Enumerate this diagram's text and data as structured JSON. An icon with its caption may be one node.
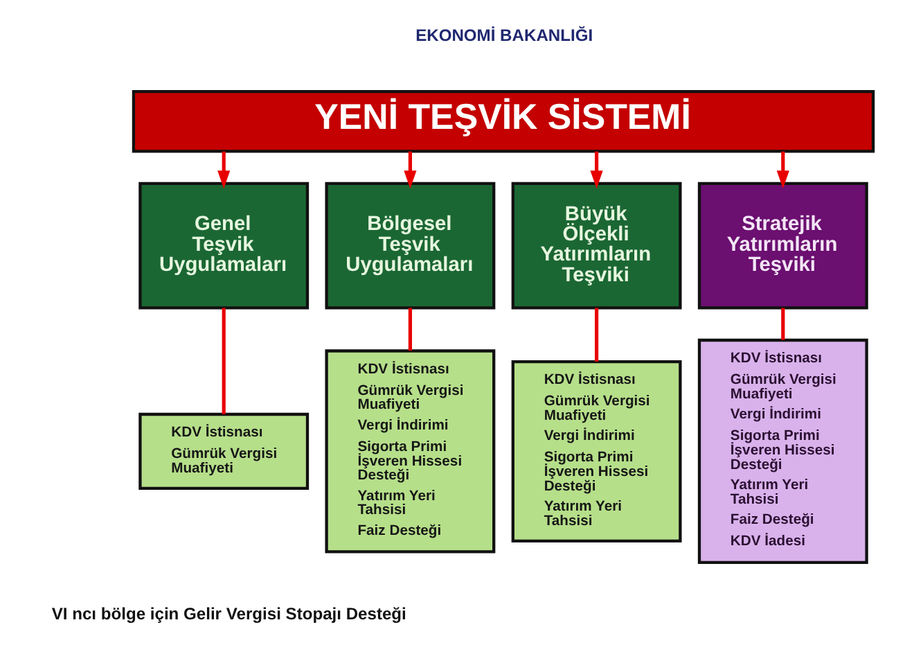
{
  "diagram": {
    "nodes": [
      {
        "text": [
          "YENİ TEŞVİK SİSTEMİ"
        ]
      },
      {
        "text": [
          "Genel Teşvik Uygulamaları"
        ]
      },
      {
        "text": [
          "Bölgesel Teşvik Uygulamaları"
        ]
      },
      {
        "text": [
          "Büyük Ölçekli Yatırımların Teşviki"
        ]
      },
      {
        "text": [
          "Stratejik Yatırımların Teşviki"
        ]
      },
      {
        "text": [
          "KDV İstisnası",
          "Gümrük Vergisi Muafiyeti"
        ]
      },
      {
        "text": [
          "KDV İstisnası",
          "Gümrük Vergisi Muafiyeti",
          "Vergi İndirimi",
          "Sigorta Primi İşveren Hissesi Desteği",
          "Yatırım Yeri Tahsisi",
          "Faiz Desteği"
        ]
      },
      {
        "text": [
          "KDV İstisnası",
          "Gümrük Vergisi Muafiyeti",
          "Vergi İndirimi",
          "Sigorta Primi İşveren Hissesi Desteği",
          "Yatırım Yeri Tahsisi"
        ]
      },
      {
        "text": [
          "KDV İstisnası",
          "Gümrük Vergisi Muafiyeti",
          "Vergi İndirimi",
          "Sigorta Primi İşveren Hissesi Desteği",
          "Yatırım Yeri Tahsisi",
          "Faiz Desteği",
          "KDV İadesi"
        ]
      }
    ],
    "edges": [
      {
        "from": 0,
        "to": 1,
        "arrow": "to"
      },
      {
        "from": 0,
        "to": 2,
        "arrow": "to"
      },
      {
        "from": 0,
        "to": 3,
        "arrow": "to"
      },
      {
        "from": 0,
        "to": 4,
        "arrow": "to"
      },
      {
        "from": 1,
        "to": 5,
        "arrow": "none"
      },
      {
        "from": 2,
        "to": 6,
        "arrow": "none"
      },
      {
        "from": 3,
        "to": 7,
        "arrow": "none"
      },
      {
        "from": 4,
        "to": 8,
        "arrow": "none"
      }
    ],
    "labels": [
      "EKONOMİ BAKANLIĞI",
      "VI ncı bölge için Gelir Vergisi Stopajı Desteği"
    ]
  }
}
